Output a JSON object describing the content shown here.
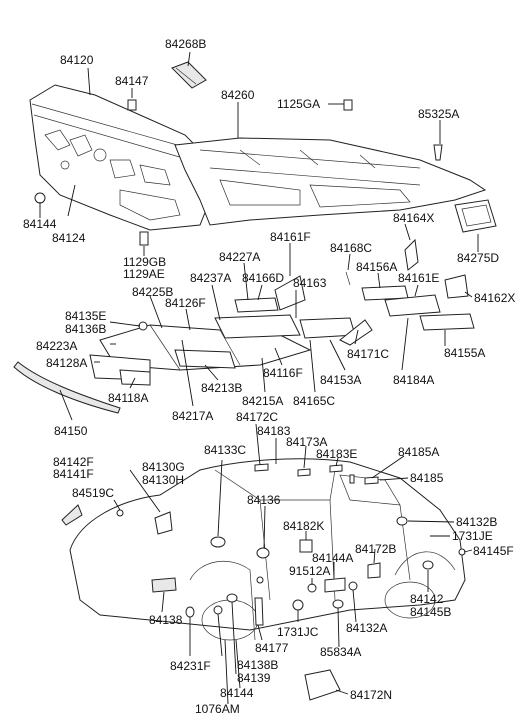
{
  "diagram": {
    "labels": [
      "84268B",
      "84120",
      "84147",
      "84260",
      "1125GA",
      "85325A",
      "84144",
      "84124",
      "1129GB",
      "1129AE",
      "84275D",
      "84161F",
      "84168C",
      "84164X",
      "84227A",
      "84237A",
      "84166D",
      "84163",
      "84156A",
      "84161E",
      "84162X",
      "84225B",
      "84126F",
      "84135E",
      "84136B",
      "84223A",
      "84128A",
      "84118A",
      "84213B",
      "84116F",
      "84171C",
      "84155A",
      "84153A",
      "84184A",
      "84215A",
      "84165C",
      "84217A",
      "84150",
      "84172C",
      "84183",
      "84173A",
      "84133C",
      "84183E",
      "84185A",
      "84142F",
      "84141F",
      "84130G",
      "84130H",
      "84185",
      "84519C",
      "84136",
      "84132B",
      "84182K",
      "1731JE",
      "84172B",
      "84145F",
      "84144A",
      "91512A",
      "84142",
      "84145B",
      "84138",
      "84177",
      "1731JC",
      "84132A",
      "84231F",
      "84138B",
      "84139",
      "85834A",
      "84144",
      "1076AM",
      "84172N"
    ]
  }
}
